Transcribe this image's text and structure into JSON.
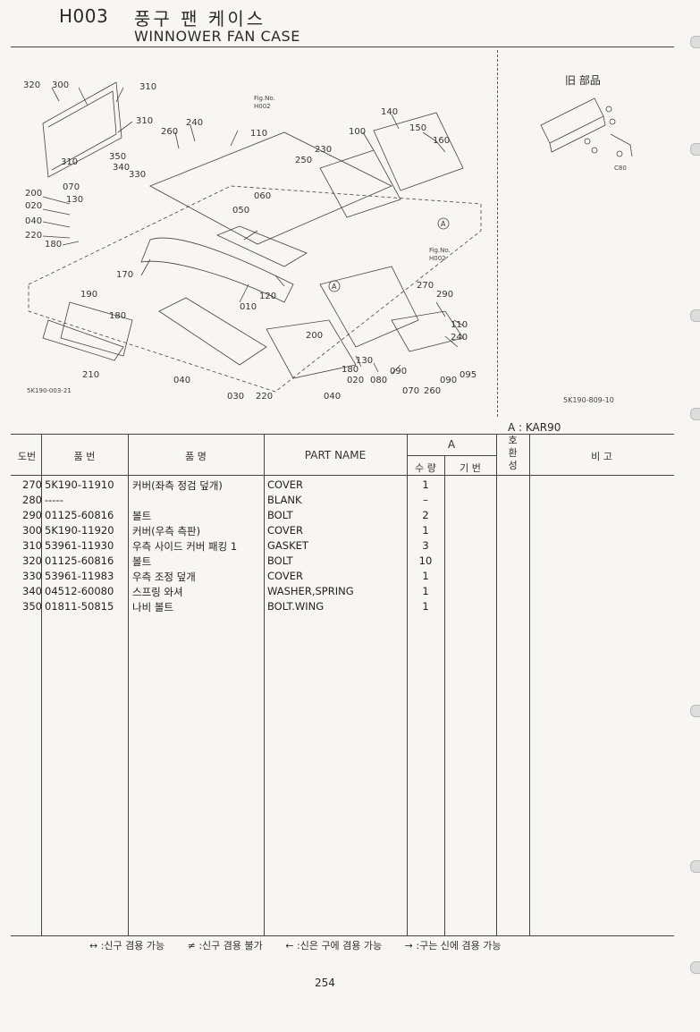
{
  "header": {
    "code": "H003",
    "title_kr": "풍구 팬 케이스",
    "title_en": "WINNOWER FAN CASE"
  },
  "diagram": {
    "callouts": [
      "320",
      "300",
      "310",
      "310",
      "310",
      "240",
      "260",
      "110",
      "350",
      "340",
      "330",
      "070",
      "130",
      "200",
      "020",
      "040",
      "220",
      "180",
      "140",
      "100",
      "150",
      "160",
      "230",
      "250",
      "060",
      "050",
      "170",
      "190",
      "180",
      "010",
      "120",
      "270",
      "290",
      "110",
      "240",
      "200",
      "130",
      "090",
      "095",
      "080",
      "070",
      "260",
      "090",
      "180",
      "020",
      "040",
      "210",
      "040",
      "030",
      "220"
    ],
    "fig_no_label": "Fig.No.",
    "fig_no_value": "H002",
    "circle_ref": "A",
    "ref_left": "5K190-003-21",
    "ref_right": "5K190-809-10",
    "aside_title": "旧 部品",
    "aside_callout": "C80"
  },
  "model_label": "A : KAR90",
  "table": {
    "headers": {
      "no": "도번",
      "part_no": "품   번",
      "name_kr": "품       명",
      "part_name": "PART  NAME",
      "group_a": "A",
      "qty": "수 량",
      "serial": "기 번",
      "compat": "호\n환\n성",
      "remarks": "비       고"
    },
    "rows": [
      {
        "no": "270",
        "part_no": "5K190-11910",
        "name_kr": "커버(좌측 정검 덮개)",
        "name_en": "COVER",
        "qty": "1"
      },
      {
        "no": "280",
        "part_no": "-----",
        "name_kr": "",
        "name_en": "BLANK",
        "qty": "–"
      },
      {
        "no": "290",
        "part_no": "01125-60816",
        "name_kr": "볼트",
        "name_en": "BOLT",
        "qty": "2"
      },
      {
        "no": "300",
        "part_no": "5K190-11920",
        "name_kr": "커버(우측 측판)",
        "name_en": "COVER",
        "qty": "1"
      },
      {
        "no": "310",
        "part_no": "53961-11930",
        "name_kr": "우측 사이드 커버 패킹 1",
        "name_en": "GASKET",
        "qty": "3"
      },
      {
        "no": "320",
        "part_no": "01125-60816",
        "name_kr": "볼트",
        "name_en": "BOLT",
        "qty": "10"
      },
      {
        "no": "330",
        "part_no": "53961-11983",
        "name_kr": "우측 조정 덮개",
        "name_en": "COVER",
        "qty": "1"
      },
      {
        "no": "340",
        "part_no": "04512-60080",
        "name_kr": "스프링 와셔",
        "name_en": "WASHER,SPRING",
        "qty": "1"
      },
      {
        "no": "350",
        "part_no": "01811-50815",
        "name_kr": "나비 볼트",
        "name_en": "BOLT.WING",
        "qty": "1"
      }
    ]
  },
  "legend": [
    "↔ :신구 겸용 가능",
    "≠ :신구 겸용 불가",
    "← :신은 구에 겸용 가능",
    "→ :구는 신에 겸용 가능"
  ],
  "page_number": "254"
}
